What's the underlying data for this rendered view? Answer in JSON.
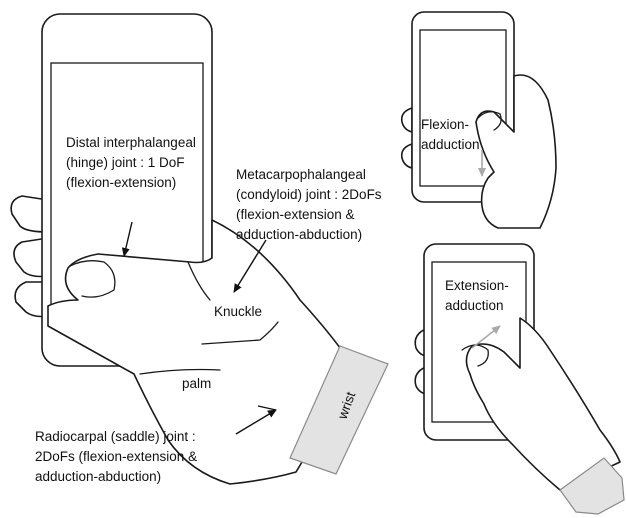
{
  "annotations": {
    "distal_interphalangeal": [
      "Distal interphalangeal",
      "(hinge) joint : 1 DoF",
      "(flexion-extension)"
    ],
    "metacarpophalangeal": [
      "Metacarpophalangeal",
      "(condyloid) joint : 2DoFs",
      "(flexion-extension &",
      "adduction-abduction)"
    ],
    "knuckle": "Knuckle",
    "palm": "palm",
    "wrist": "wrist",
    "radiocarpal": [
      "Radiocarpal (saddle) joint :",
      "2DoFs (flexion-extension &",
      "adduction-abduction)"
    ],
    "flexion_adduction": [
      "Flexion-",
      "adduction"
    ],
    "extension_adduction": [
      "Extension-",
      "adduction"
    ]
  },
  "colors": {
    "line": "#1a1a1a",
    "cuff_fill": "#e3e3e3",
    "cuff_stroke": "#8a8a8a",
    "motion_arrow": "#a8a8a8"
  }
}
